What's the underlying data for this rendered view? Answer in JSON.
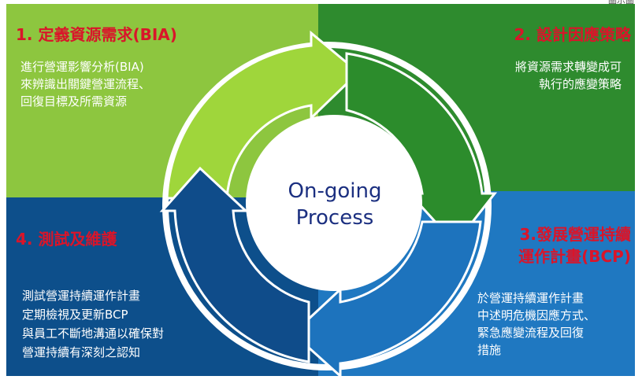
{
  "corner_text": "圖示圖",
  "center": {
    "line1": "On-going",
    "line2": "Process"
  },
  "steps": [
    {
      "title": "1. 定義資源需求(BIA)",
      "lines": [
        "進行營運影響分析(BIA)",
        "來辨識出關鍵營運流程、",
        "回復目標及所需資源"
      ]
    },
    {
      "title": "2. 設計因應策略",
      "lines": [
        "將資源需求轉變成可",
        "執行的應變策略"
      ]
    },
    {
      "title_lines": [
        "3.發展營運持續",
        "運作計畫(BCP)"
      ],
      "lines": [
        "於營運持續運作計畫",
        "中述明危機因應方式、",
        "緊急應變流程及回復",
        "措施"
      ]
    },
    {
      "title": "4. 測試及維護",
      "lines": [
        "測試營運持續運作計畫",
        "定期檢視及更新BCP",
        "與員工不斷地溝通以確保對",
        "營運持續有深刻之認知"
      ]
    }
  ],
  "colors": {
    "q1": "#8dc63f",
    "q2": "#2e8b2e",
    "q3": "#1f78c1",
    "q4": "#0d4f8b",
    "title_red": "#d9152a",
    "center_text": "#1b2f80"
  }
}
